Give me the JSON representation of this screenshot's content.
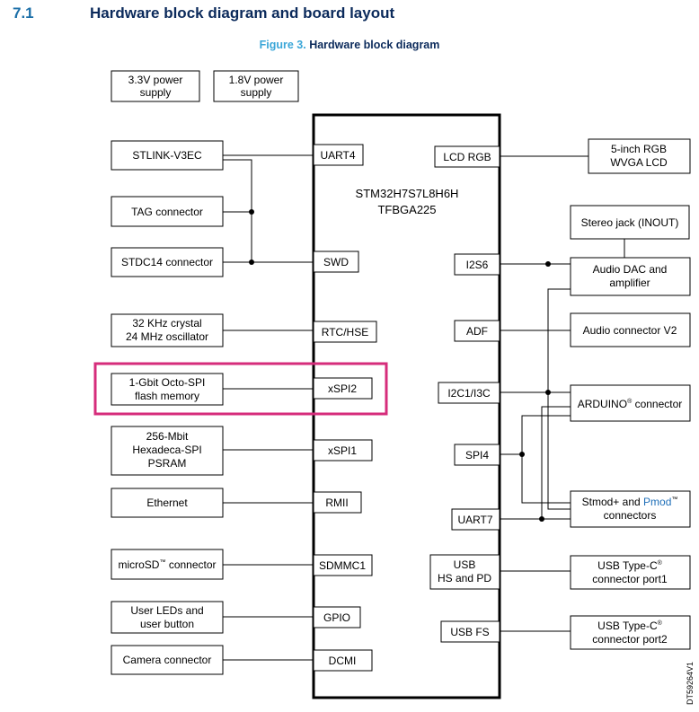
{
  "header": {
    "section_number": "7.1",
    "section_title": "Hardware block diagram and board layout",
    "figure_label": "Figure 3.",
    "figure_title": "Hardware block diagram"
  },
  "mcu": {
    "line1": "STM32H7S7L8H6H",
    "line2": "TFBGA225"
  },
  "power": [
    {
      "name": "power-3v3",
      "lines": [
        "3.3V power",
        "supply"
      ]
    },
    {
      "name": "power-1v8",
      "lines": [
        "1.8V power",
        "supply"
      ]
    }
  ],
  "left_blocks": [
    {
      "name": "stlink",
      "lines": [
        "STLINK-V3EC"
      ]
    },
    {
      "name": "tag",
      "lines": [
        "TAG connector"
      ]
    },
    {
      "name": "stdc14",
      "lines": [
        "STDC14 connector"
      ]
    },
    {
      "name": "crystal",
      "lines": [
        "32 KHz crystal",
        "24 MHz oscillator"
      ]
    },
    {
      "name": "octospi",
      "lines": [
        "1-Gbit Octo-SPI",
        "flash memory"
      ]
    },
    {
      "name": "psram",
      "lines": [
        "256-Mbit",
        "Hexadeca-SPI",
        "PSRAM"
      ]
    },
    {
      "name": "ethernet",
      "lines": [
        "Ethernet"
      ]
    },
    {
      "name": "microsd",
      "lines": [
        "microSD",
        "™",
        " connector"
      ]
    },
    {
      "name": "leds",
      "lines": [
        "User LEDs and",
        "user button"
      ]
    },
    {
      "name": "camera",
      "lines": [
        "Camera connector"
      ]
    }
  ],
  "left_ports": [
    "UART4",
    "SWD",
    "RTC/HSE",
    "xSPI2",
    "xSPI1",
    "RMII",
    "SDMMC1",
    "GPIO",
    "DCMI"
  ],
  "right_ports": [
    "LCD RGB",
    "I2S6",
    "ADF",
    "I2C1/I3C",
    "SPI4",
    "UART7",
    "USB",
    "HS and PD",
    "USB FS"
  ],
  "right_blocks": {
    "lcd": [
      "5-inch RGB",
      "WVGA LCD"
    ],
    "stereo": [
      "Stereo jack (INOUT)"
    ],
    "dac": [
      "Audio DAC and",
      "amplifier"
    ],
    "audio_conn": [
      "Audio connector V2"
    ],
    "arduino": [
      "ARDUINO",
      "®",
      " connector"
    ],
    "stmod": [
      "Stmod+ and ",
      "Pmod",
      "™",
      "connectors"
    ],
    "usbc1": [
      "USB Type-C",
      "®",
      "connector port1"
    ],
    "usbc2": [
      "USB Type-C",
      "®",
      "connector port2"
    ]
  },
  "doc_ref": "DT59264V1"
}
